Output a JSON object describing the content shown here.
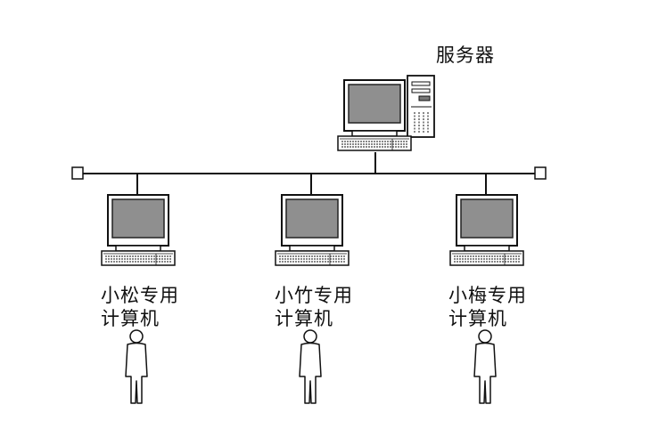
{
  "server": {
    "label": "服务器"
  },
  "clients": [
    {
      "label_line1": "小松专用",
      "label_line2": "计算机"
    },
    {
      "label_line1": "小竹专用",
      "label_line2": "计算机"
    },
    {
      "label_line1": "小梅专用",
      "label_line2": "计算机"
    }
  ],
  "colors": {
    "screen": "#8f8f8f",
    "line": "#111111",
    "fill": "#ffffff"
  },
  "icons": [
    "server-computer-icon",
    "desktop-computer-icon",
    "person-icon",
    "terminator-icon"
  ]
}
